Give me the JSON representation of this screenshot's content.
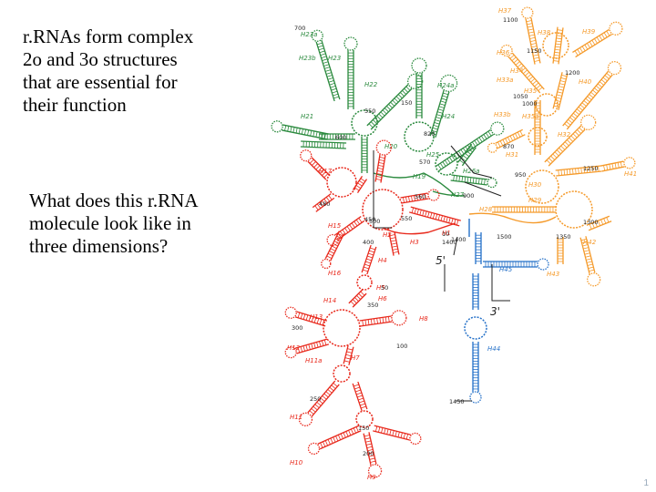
{
  "slide": {
    "title_lines": [
      "r.RNAs form complex",
      "2o and 3o structures",
      "that are essential for",
      "their function"
    ],
    "question_lines": [
      "What does this r.RNA",
      "molecule look like in",
      "three dimensions?"
    ]
  },
  "diagram": {
    "colors": {
      "green": "#2b8a3e",
      "orange": "#f59a2a",
      "red": "#e8291c",
      "blue": "#2470c8",
      "black": "#222222"
    },
    "end_labels": [
      "5'",
      "3'"
    ],
    "helix_labels": {
      "green": [
        "H23a",
        "H23b",
        "H23",
        "H22",
        "H24a",
        "H24",
        "H21",
        "H20",
        "H25",
        "H26a",
        "H27",
        "H19",
        "H18",
        "H26"
      ],
      "orange": [
        "H37",
        "H38",
        "H39",
        "H36",
        "H34",
        "H33a",
        "H35",
        "H33b",
        "H40",
        "H35a",
        "H32",
        "H31",
        "H41",
        "H30",
        "H29",
        "H42",
        "H43",
        "H28"
      ],
      "red": [
        "H17",
        "H16",
        "H15",
        "H4",
        "H3",
        "H1",
        "H5",
        "H6",
        "H14",
        "H13",
        "H8",
        "H12",
        "H11a",
        "H7",
        "H11",
        "H10",
        "H9",
        "H2"
      ],
      "blue": [
        "H45",
        "H44"
      ]
    },
    "position_numbers": [
      "1100",
      "1150",
      "700",
      "1200",
      "550",
      "1050",
      "150",
      "600",
      "820",
      "1000",
      "870",
      "570",
      "950",
      "1250",
      "1300",
      "480",
      "560",
      "1500",
      "900",
      "1350",
      "450",
      "550",
      "1400",
      "400",
      "500",
      "50",
      "300",
      "350",
      "100",
      "250",
      "1450",
      "150",
      "200",
      "10",
      "1400"
    ]
  }
}
